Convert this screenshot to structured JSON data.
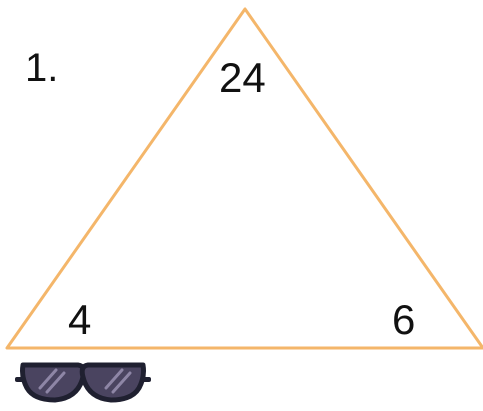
{
  "problem_number": "1.",
  "triangle": {
    "top_value": "24",
    "left_value": "4",
    "right_value": "6",
    "stroke_color": "#f4b66a"
  },
  "icon": {
    "name": "sunglasses-icon",
    "frame_color": "#1f2030",
    "lens_color": "#4a4460"
  }
}
